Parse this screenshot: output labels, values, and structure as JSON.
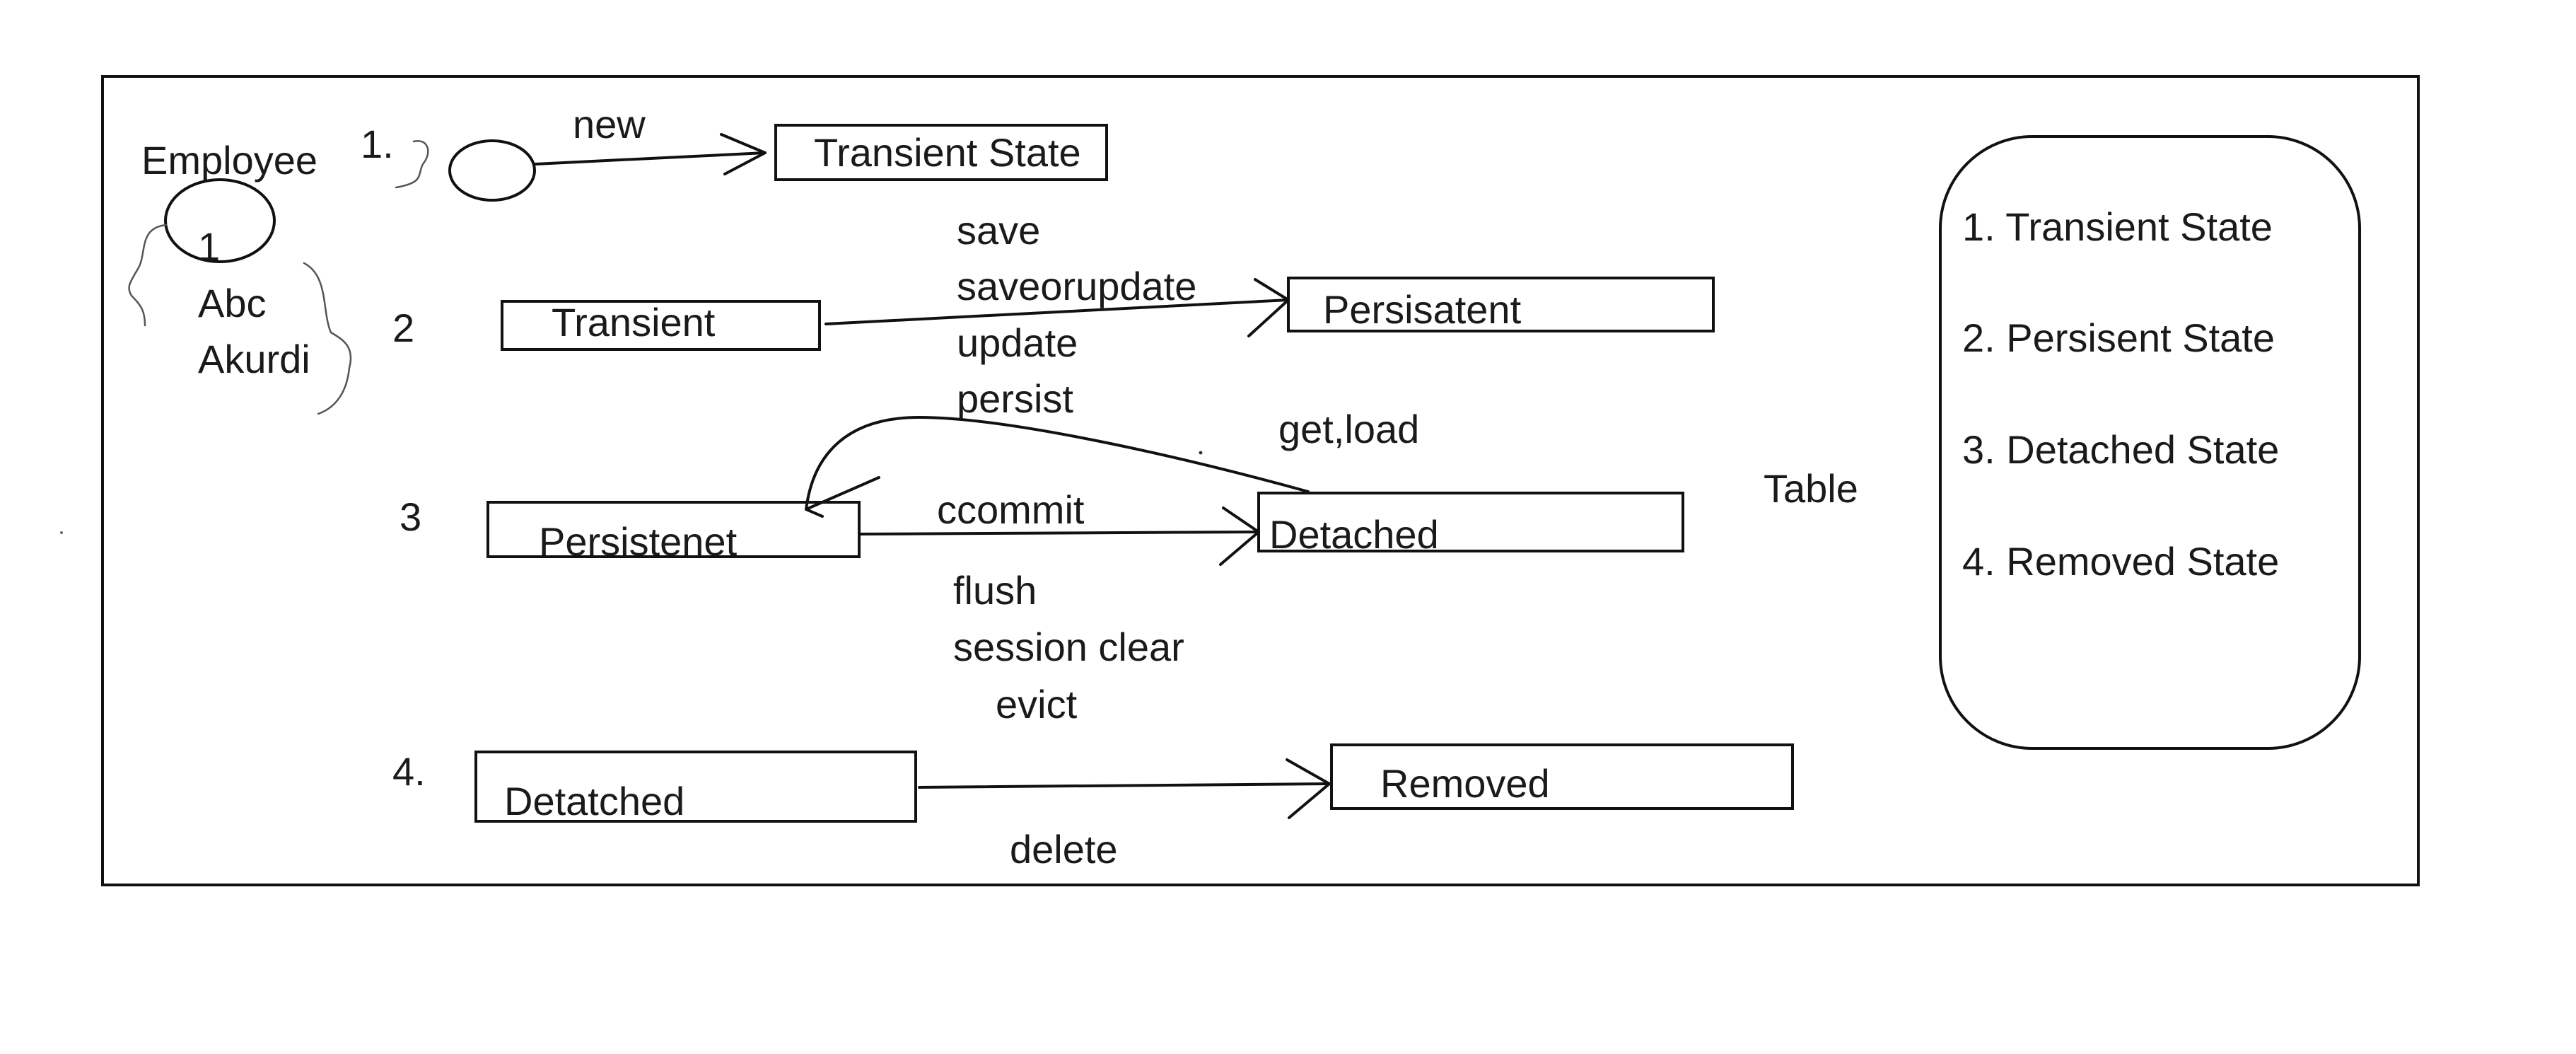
{
  "employee": {
    "title": "Employee",
    "row_id": "1",
    "row_name": "Abc",
    "row_city": "Akurdi"
  },
  "rows": [
    {
      "number": "1.",
      "from": "",
      "to": "Transient State",
      "methods": [
        "new"
      ]
    },
    {
      "number": "2",
      "from": "Transient",
      "to": "Persisatent",
      "methods": [
        "save",
        "saveorupdate",
        "update",
        "persist"
      ]
    },
    {
      "number": "3",
      "from": "Persistenet",
      "to": "Detached",
      "methods": [
        "ccommit",
        "flush",
        "session clear",
        "evict"
      ],
      "back_methods": "get,load"
    },
    {
      "number": "4.",
      "from": "Detatched",
      "to": "Removed",
      "methods": [
        "delete"
      ]
    }
  ],
  "table_label": "Table",
  "states_list": [
    "1. Transient State",
    "2. Persisent State",
    "3. Detached State",
    "4. Removed State"
  ]
}
